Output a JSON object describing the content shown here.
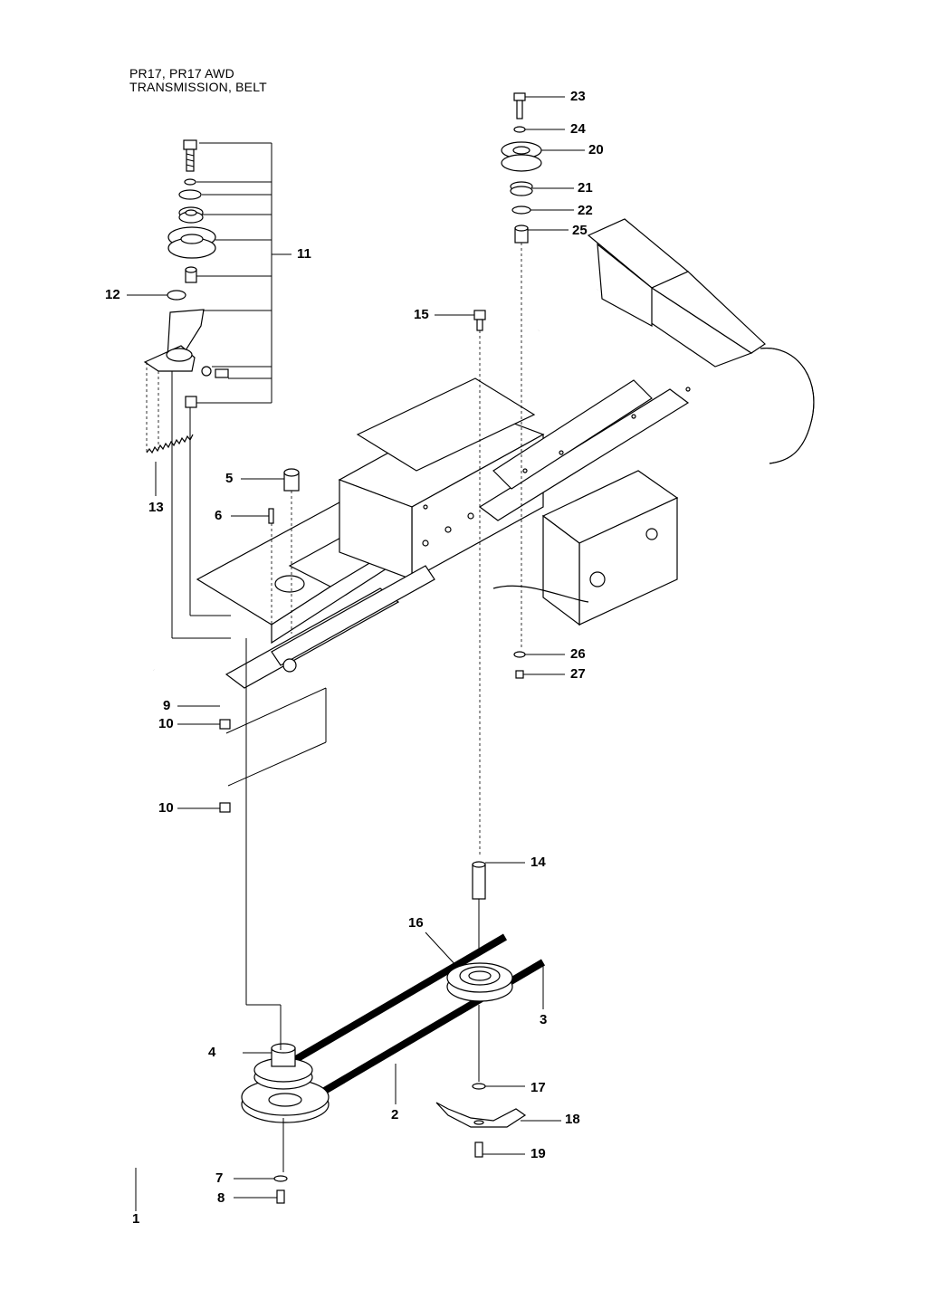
{
  "title": {
    "line1": "PR17, PR17 AWD",
    "line2": "TRANSMISSION, BELT"
  },
  "callouts": {
    "c1": "1",
    "c2": "2",
    "c3": "3",
    "c4": "4",
    "c5": "5",
    "c6": "6",
    "c7": "7",
    "c8": "8",
    "c9": "9",
    "c10a": "10",
    "c10b": "10",
    "c11": "11",
    "c12": "12",
    "c13": "13",
    "c14": "14",
    "c15": "15",
    "c16": "16",
    "c17": "17",
    "c18": "18",
    "c19": "19",
    "c20": "20",
    "c21": "21",
    "c22": "22",
    "c23": "23",
    "c24": "24",
    "c25": "25",
    "c26": "26",
    "c27": "27"
  }
}
